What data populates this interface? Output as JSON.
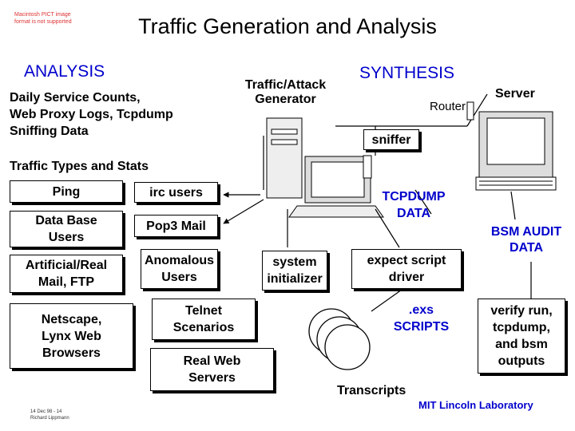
{
  "slide": {
    "title": "Traffic Generation and Analysis",
    "pict_note": "Macintosh PICT image format is not supported",
    "footer_line1": "14 Dec 98 - 14",
    "footer_line2": "Richard Lippmann",
    "credit": "MIT Lincoln Laboratory"
  },
  "analysis": {
    "header": "ANALYSIS",
    "data_sources": [
      "Daily Service Counts,",
      "Web Proxy Logs, Tcpdump",
      "Sniffing Data"
    ],
    "types_header": "Traffic Types and Stats"
  },
  "traffic_types": {
    "ping": "Ping",
    "irc": "irc users",
    "database": [
      "Data Base",
      "Users"
    ],
    "pop3": "Pop3 Mail",
    "artificial": [
      "Artificial/Real",
      "Mail, FTP"
    ],
    "anomalous": [
      "Anomalous",
      "Users"
    ],
    "netscape": [
      "Netscape,",
      "Lynx Web",
      "Browsers"
    ],
    "telnet": [
      "Telnet",
      "Scenarios"
    ],
    "realweb": [
      "Real Web",
      "Servers"
    ]
  },
  "synthesis": {
    "header": "SYNTHESIS",
    "generator": [
      "Traffic/Attack",
      "Generator"
    ],
    "router": "Router",
    "server": "Server",
    "sniffer": "sniffer",
    "tcpdump": [
      "TCPDUMP",
      "DATA"
    ],
    "bsm": [
      "BSM AUDIT",
      "DATA"
    ],
    "system_init": [
      "system",
      "initializer"
    ],
    "expect": [
      "expect script",
      "driver"
    ],
    "exs": [
      ".exs",
      "SCRIPTS"
    ],
    "verify": [
      "verify run,",
      "tcpdump,",
      "and  bsm",
      "outputs"
    ],
    "transcripts": "Transcripts"
  },
  "colors": {
    "accent": "#0000cc",
    "note": "#dd3333"
  }
}
